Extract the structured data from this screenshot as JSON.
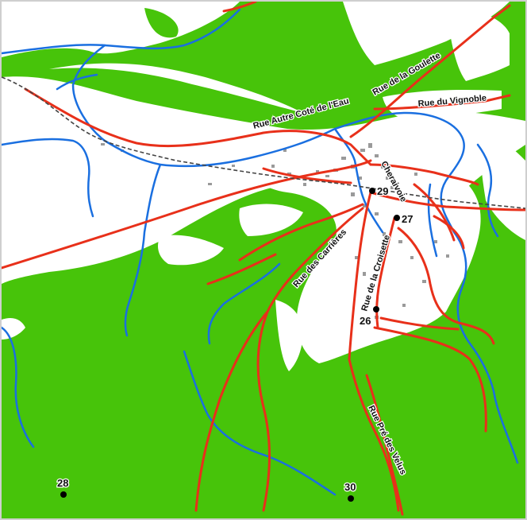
{
  "map": {
    "colors": {
      "forest": "#47c40a",
      "open": "#ffffff",
      "river": "#1a6fe0",
      "road": "#e8301a",
      "rail": "#444444",
      "building": "#9a9a9a",
      "marker": "#000000"
    },
    "streets": {
      "autre_cote_eau": "Rue Autre Coté de l'Eau",
      "goulette": "Rue de la Goulette",
      "vignoble": "Rue du Vignoble",
      "cheraivoie": "Cheraivoie",
      "carrieres": "Rue des Carrières",
      "croisette": "Rue de la Croisette",
      "pre_des_velus": "Rue Pré des Velus"
    },
    "points": {
      "p29": "29",
      "p27": "27",
      "p26": "26",
      "p28": "28",
      "p30": "30"
    }
  }
}
